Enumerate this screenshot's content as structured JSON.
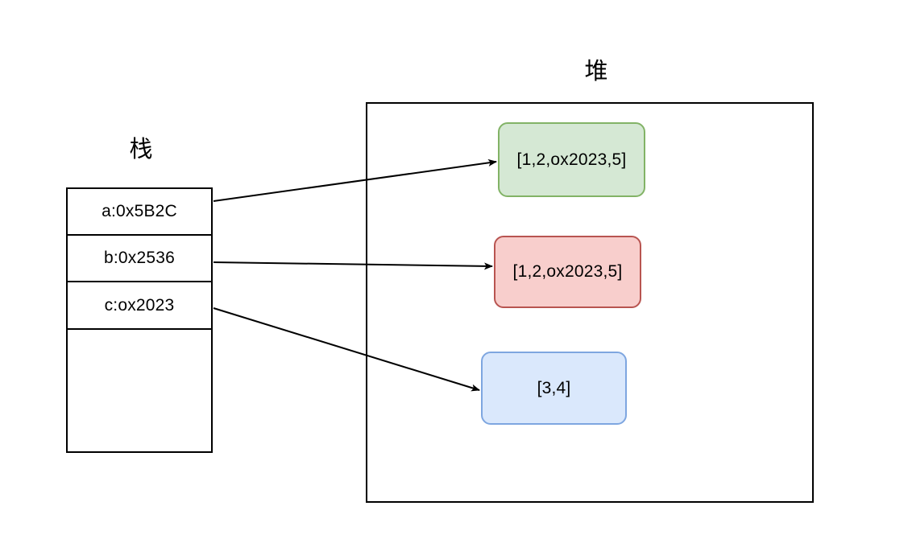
{
  "diagram": {
    "type": "memory-layout-diagram",
    "background": "#ffffff",
    "stack": {
      "title": "栈",
      "rows": [
        {
          "label": "a:0x5B2C"
        },
        {
          "label": "b:0x2536"
        },
        {
          "label": "c:ox2023"
        },
        {
          "label": ""
        }
      ]
    },
    "heap": {
      "title": "堆",
      "cells": [
        {
          "label": "[1,2,ox2023,5]",
          "fill": "#d5e8d4",
          "stroke": "#82b366"
        },
        {
          "label": "[1,2,ox2023,5]",
          "fill": "#f8cecc",
          "stroke": "#b85450"
        },
        {
          "label": "[3,4]",
          "fill": "#dae8fc",
          "stroke": "#7ea6e0"
        }
      ]
    },
    "arrows": [
      {
        "name": "arrow-a-to-green",
        "from": "a:0x5B2C",
        "to": "[1,2,ox2023,5]"
      },
      {
        "name": "arrow-b-to-red",
        "from": "b:0x2536",
        "to": "[1,2,ox2023,5]"
      },
      {
        "name": "arrow-c-to-blue",
        "from": "c:ox2023",
        "to": "[3,4]"
      }
    ],
    "stroke_color": "#000000"
  }
}
